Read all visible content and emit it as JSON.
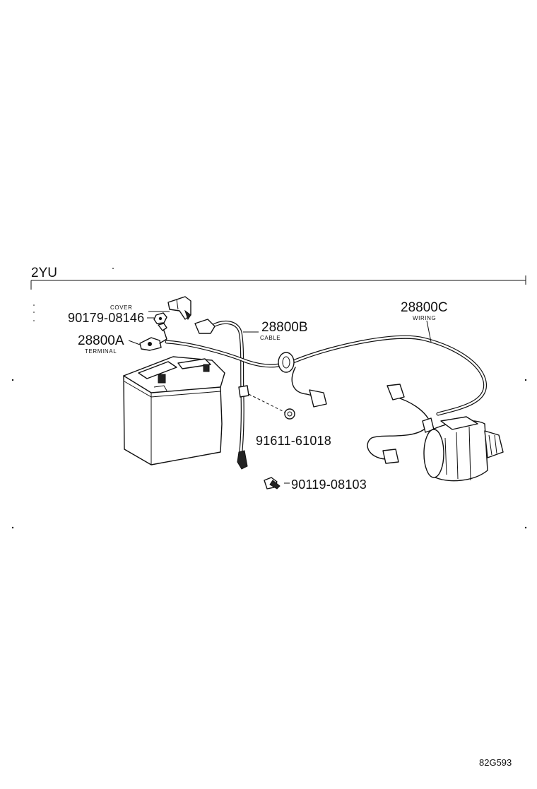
{
  "section": {
    "code": "2YU"
  },
  "callouts": [
    {
      "id": "cover",
      "part_no": "",
      "name": "COVER"
    },
    {
      "id": "nut",
      "part_no": "90179-08146",
      "name": ""
    },
    {
      "id": "terminal",
      "part_no": "28800A",
      "name": "TERMINAL"
    },
    {
      "id": "cable",
      "part_no": "28800B",
      "name": "CABLE"
    },
    {
      "id": "wiring",
      "part_no": "28800C",
      "name": "WIRING"
    },
    {
      "id": "clamp",
      "part_no": "91611-61018",
      "name": ""
    },
    {
      "id": "bolt",
      "part_no": "90119-08103",
      "name": ""
    }
  ],
  "illustration_code": "82G593"
}
